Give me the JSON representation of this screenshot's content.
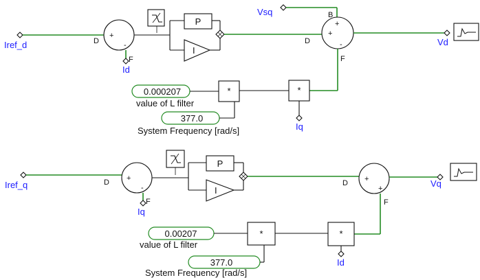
{
  "colors": {
    "signal_wire": "#228b22",
    "signal_label": "#1a1aff",
    "block_line": "#111111",
    "background": "#ffffff"
  },
  "d_axis": {
    "input_signal": "Iref_d",
    "feedback_signal": "Id",
    "feedforward_signal": "Vsq",
    "output_signal": "Vd",
    "cross_coupling_signal": "Iq",
    "proportional_label": "P",
    "integral_label": "I",
    "multiplier_label": "*",
    "sum_port_D": "D",
    "sum_port_F": "F",
    "sum_port_B": "B",
    "plus_sign": "+",
    "minus_sign": "-",
    "inductance_value": "0.000207",
    "inductance_caption": "value of L filter",
    "frequency_value": "377.0",
    "frequency_caption": "System Frequency [rad/s]"
  },
  "q_axis": {
    "input_signal": "Iref_q",
    "feedback_signal": "Iq",
    "output_signal": "Vq",
    "cross_coupling_signal": "Id",
    "proportional_label": "P",
    "integral_label": "I",
    "multiplier_label": "*",
    "sum_port_D": "D",
    "sum_port_F": "F",
    "plus_sign": "+",
    "minus_sign": "-",
    "inductance_value": "0.00207",
    "inductance_caption": "value of L filter",
    "frequency_value": "377.0",
    "frequency_caption": "System Frequency [rad/s]"
  },
  "icons": {
    "limiter": "limiter-icon",
    "scope": "scope-icon"
  }
}
